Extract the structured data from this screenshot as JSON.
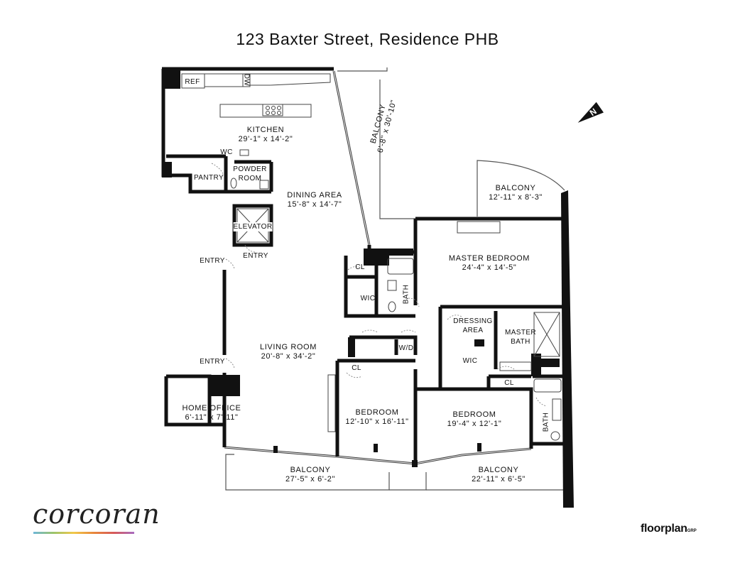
{
  "title": "123 Baxter Street, Residence PHB",
  "rooms": {
    "kitchen": {
      "name": "KITCHEN",
      "dim": "29'-1\" x 14'-2\""
    },
    "dining": {
      "name": "DINING AREA",
      "dim": "15'-8\" x 14'-7\""
    },
    "living": {
      "name": "LIVING ROOM",
      "dim": "20'-8\" x 34'-2\""
    },
    "office": {
      "name": "HOME OFFICE",
      "dim": "6'-11\" x 7'-11\""
    },
    "bedroom1": {
      "name": "BEDROOM",
      "dim": "12'-10\" x 16'-11\""
    },
    "bedroom2": {
      "name": "BEDROOM",
      "dim": "19'-4\" x 12'-1\""
    },
    "master": {
      "name": "MASTER BEDROOM",
      "dim": "24'-4\" x 14'-5\""
    },
    "balcony_master": {
      "name": "BALCONY",
      "dim": "12'-11\" x 8'-3\""
    },
    "balcony_east": {
      "name": "BALCONY",
      "dim": "6'-8\" x 30'-10\""
    },
    "balcony_sw": {
      "name": "BALCONY",
      "dim": "27'-5\" x 6'-2\""
    },
    "balcony_se": {
      "name": "BALCONY",
      "dim": "22'-11\" x 6'-5\""
    }
  },
  "labels": {
    "ref": "REF",
    "dw": "DW",
    "wc": "WC",
    "pantry": "PANTRY",
    "powder1": "POWDER",
    "powder2": "ROOM",
    "elevator": "ELEVATOR",
    "entry_elev": "ENTRY",
    "entry_left1": "ENTRY",
    "entry_left2": "ENTRY",
    "cl_hall": "CL",
    "wic_hall": "WIC",
    "bath_hall": "BATH",
    "wd": "W/D",
    "cl_bed1": "CL",
    "dressing1": "DRESSING",
    "dressing2": "AREA",
    "wic_master": "WIC",
    "master_bath1": "MASTER",
    "master_bath2": "BATH",
    "cl_bed2": "CL",
    "bath_bed2": "BATH"
  },
  "brands": {
    "left": "corcoran",
    "right": "floorplan",
    "right_sub": "GRP"
  },
  "compass_icon": "north-arrow-icon"
}
